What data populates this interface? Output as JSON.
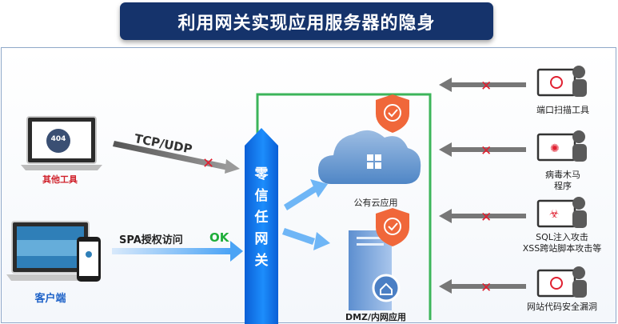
{
  "title": "利用网关实现应用服务器的隐身",
  "left": {
    "other_tools_label": "其他工具",
    "client_label": "客户端",
    "screen_404": "404",
    "tcp_label": "TCP/UDP",
    "spa_label": "SPA授权访问",
    "ok_label": "OK"
  },
  "gateway": {
    "chars": [
      "零",
      "信",
      "任",
      "网",
      "关"
    ]
  },
  "servers": {
    "cloud_label": "公有云应用",
    "dmz_label": "DMZ/内网应用"
  },
  "attacks": [
    {
      "label_lines": [
        "端口扫描工具"
      ]
    },
    {
      "label_lines": [
        "病毒木马",
        "程序"
      ]
    },
    {
      "label_lines": [
        "SQL注入攻击",
        "XSS跨站脚本攻击等"
      ]
    },
    {
      "label_lines": [
        "网站代码安全漏洞"
      ]
    }
  ],
  "colors": {
    "banner": "#15336b",
    "gateway": "#1c8dfc",
    "green_zone": "#3cb55a",
    "shield": "#f0673a",
    "cross": "#e02030",
    "ok": "#1fae3a"
  }
}
